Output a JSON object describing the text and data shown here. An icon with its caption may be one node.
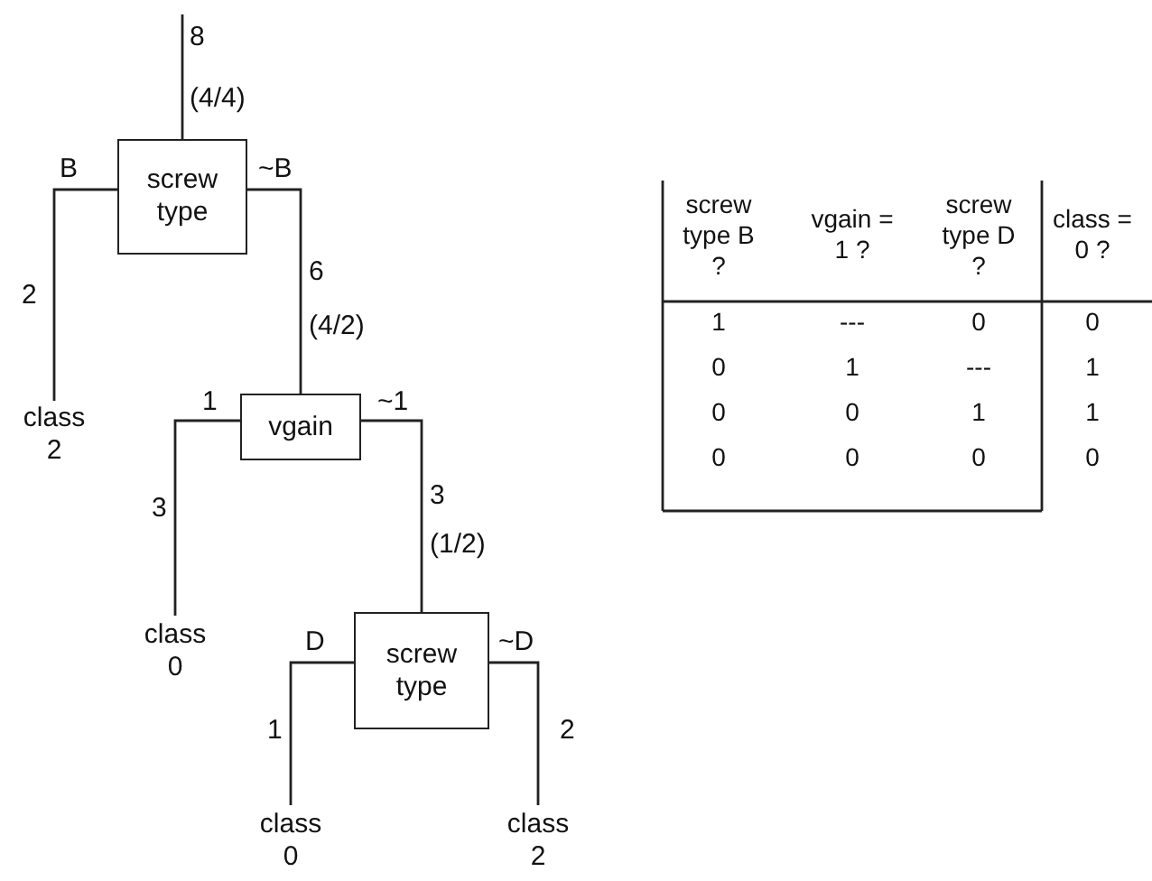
{
  "diagram": {
    "nodes": [
      {
        "text": [
          "screw type"
        ]
      },
      {
        "text": [
          "class 2"
        ]
      },
      {
        "text": [
          "vgain"
        ]
      },
      {
        "text": [
          "class 0"
        ]
      },
      {
        "text": [
          "screw type"
        ]
      },
      {
        "text": [
          "class 0"
        ]
      },
      {
        "text": [
          "class 2"
        ]
      }
    ],
    "edges": [
      {
        "from": null,
        "to": 0,
        "arrow": "none",
        "label": "8 (4/4)"
      },
      {
        "from": 0,
        "to": 1,
        "arrow": "none",
        "label": "2"
      },
      {
        "from": 0,
        "to": 2,
        "arrow": "none",
        "label": "6 (4/2)"
      },
      {
        "from": 2,
        "to": 3,
        "arrow": "none",
        "label": "3"
      },
      {
        "from": 2,
        "to": 4,
        "arrow": "none",
        "label": "3 (1/2)"
      },
      {
        "from": 4,
        "to": 5,
        "arrow": "none",
        "label": "1"
      },
      {
        "from": 4,
        "to": 6,
        "arrow": "none",
        "label": "2"
      }
    ],
    "labels": [
      "B",
      "~B",
      "1",
      "~1",
      "D",
      "~D",
      "screw type B ?",
      "vgain = 1 ?",
      "screw type D ?",
      "class = 0 ?",
      "1",
      "---",
      "0",
      "0",
      "0",
      "1",
      "---",
      "1",
      "0",
      "0",
      "1",
      "1",
      "0",
      "0",
      "0",
      "0"
    ]
  }
}
